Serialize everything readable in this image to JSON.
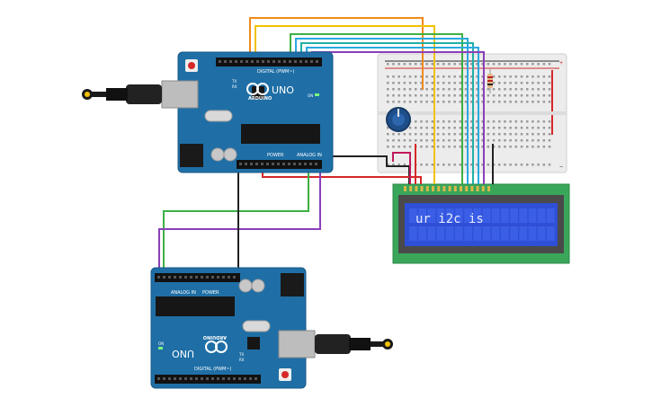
{
  "boards": {
    "top": {
      "model": "UNO",
      "brand": "ARDUINO",
      "header_digital": "DIGITAL (PWM~)",
      "header_power": "POWER",
      "header_analog": "ANALOG IN",
      "tx_label": "TX",
      "rx_label": "RX",
      "on_label": "ON"
    },
    "bottom": {
      "model": "UNO",
      "brand": "ARDUINO",
      "header_digital": "DIGITAL (PWM~)",
      "header_power": "POWER",
      "header_analog": "ANALOG IN",
      "tx_label": "TX",
      "rx_label": "RX",
      "on_label": "ON"
    }
  },
  "lcd": {
    "display_text": "ur i2c is",
    "pcb_color": "#3aa65a",
    "screen_color": "#2f4fd6"
  },
  "breadboard": {
    "plus_label": "+",
    "minus_label": "−"
  },
  "colors": {
    "board": "#1f6fa6",
    "wire_orange": "#f08a1c",
    "wire_yellow": "#f2c200",
    "wire_green": "#3cb043",
    "wire_blue": "#2aa8e0",
    "wire_teal": "#1fb0a8",
    "wire_purple": "#8a3fb8",
    "wire_black": "#222222",
    "wire_red": "#d62828",
    "wire_magenta": "#c2185b"
  }
}
